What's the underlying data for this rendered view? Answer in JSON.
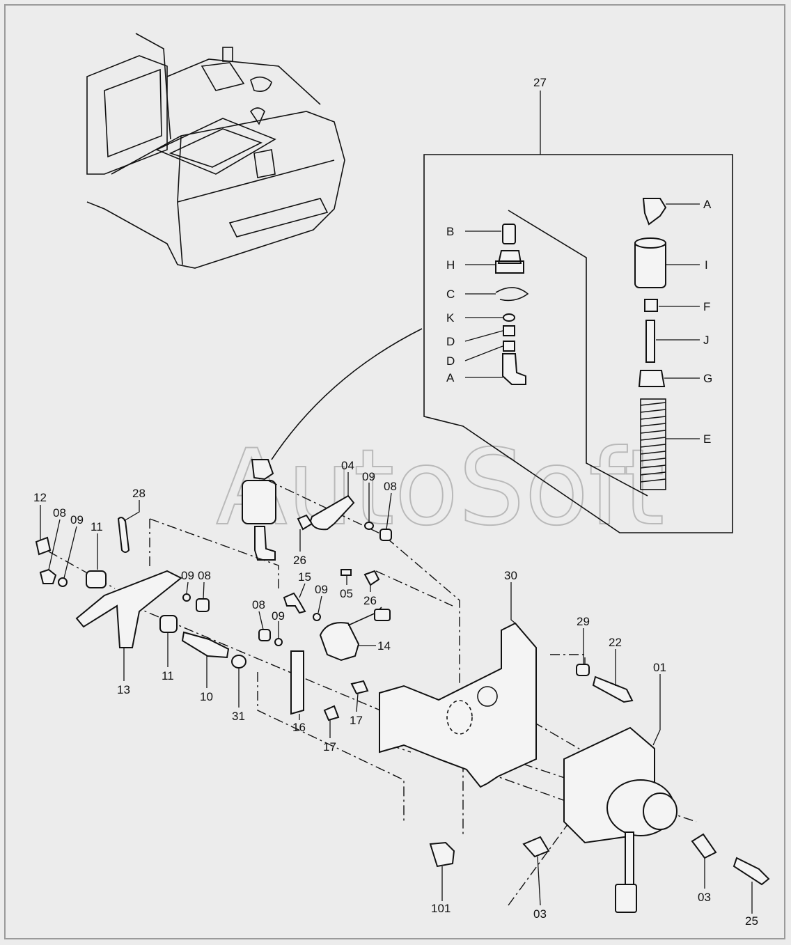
{
  "watermark": "AutoSoft",
  "assembly_label": "27",
  "detail_labels": {
    "a1": "A",
    "a2": "A",
    "b": "B",
    "h": "H",
    "c": "C",
    "k": "K",
    "d1": "D",
    "d2": "D",
    "i": "I",
    "f": "F",
    "j": "J",
    "g": "G",
    "e": "E"
  },
  "part_labels": {
    "p12": "12",
    "p08a": "08",
    "p09a": "09",
    "p11a": "11",
    "p28": "28",
    "p09b": "09",
    "p08b": "08",
    "p13": "13",
    "p11b": "11",
    "p10": "10",
    "p31": "31",
    "p04": "04",
    "p09c": "09",
    "p08c": "08",
    "p26a": "26",
    "p05": "05",
    "p26b": "26",
    "p15": "15",
    "p09d": "09",
    "p08d": "08",
    "p09e": "09",
    "p14": "14",
    "p16": "16",
    "p17a": "17",
    "p17b": "17",
    "p30": "30",
    "p29": "29",
    "p22": "22",
    "p01": "01",
    "p101": "101",
    "p03a": "03",
    "p03b": "03",
    "p25": "25"
  }
}
